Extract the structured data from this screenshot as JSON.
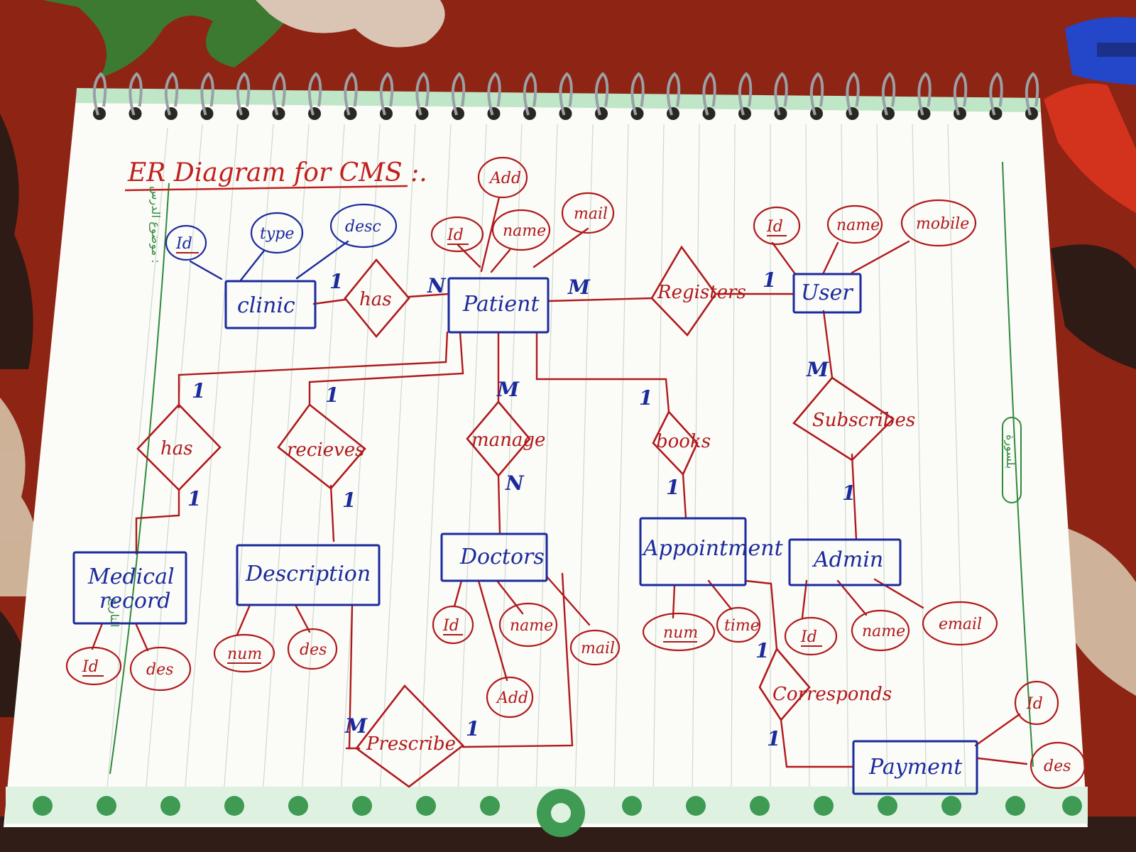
{
  "title": "ER Diagram for CMS :.",
  "margin_notes": {
    "left_top": "موضوع الدرس :",
    "right_mid": "بلسورة",
    "left_bottom": "التاريخ"
  },
  "colors": {
    "entity": "#1b2a9c",
    "relation": "#b0191c",
    "paper": "#fbfbf7",
    "rule_lines": "#cbd8ce",
    "margin_line": "#2f8a3d",
    "carpet": "#8e2414"
  },
  "entities": {
    "clinic": "clinic",
    "patient": "Patient",
    "user": "User",
    "medical_record": [
      "Medical",
      "record"
    ],
    "description": "Description",
    "doctors": "Doctors",
    "appointment": "Appointment",
    "admin": "Admin",
    "payment": "Payment"
  },
  "relationships": {
    "has_clinic": "has",
    "registers": "Registers",
    "has_record": "has",
    "receives": "recieves",
    "manage": "manage",
    "books": "books",
    "subscribes": "Subscribes",
    "prescribe": "Prescribe",
    "corresponds": "Corresponds"
  },
  "attributes": {
    "clinic": [
      "Id",
      "type",
      "desc"
    ],
    "patient": [
      "Id",
      "Add",
      "name",
      "mail"
    ],
    "user": [
      "Id",
      "name",
      "mobile"
    ],
    "medical_record": [
      "Id",
      "des"
    ],
    "description": [
      "num",
      "des"
    ],
    "doctors": [
      "Id",
      "name",
      "mail",
      "Add"
    ],
    "appointment": [
      "num",
      "time"
    ],
    "admin": [
      "Id",
      "name",
      "email"
    ],
    "payment": [
      "Id",
      "des"
    ]
  },
  "cardinalities": {
    "clinic_has": "1",
    "has_patient": "N",
    "patient_registers": "M",
    "registers_user": "1",
    "user_subscribes": "M",
    "subscribes_admin": "1",
    "patient_has_record": "1",
    "has_record_record": "1",
    "patient_receives": "1",
    "receives_description": "1",
    "patient_manage": "M",
    "manage_doctors": "N",
    "patient_books": "1",
    "books_appointment": "1",
    "appointment_corresponds": "1",
    "corresponds_payment": "1",
    "description_prescribe": "M",
    "doctors_prescribe": "1"
  }
}
